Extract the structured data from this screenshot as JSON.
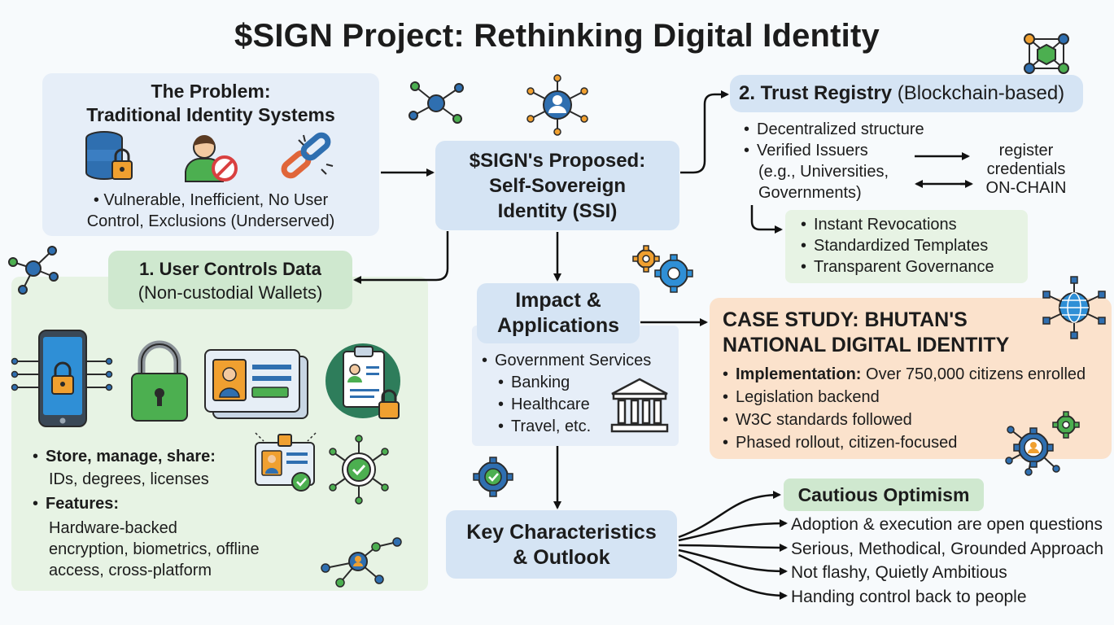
{
  "title": "$SIGN Project: Rethinking Digital Identity",
  "problem": {
    "heading_line1": "The Problem:",
    "heading_line2": "Traditional Identity Systems",
    "desc_line1": "Vulnerable,  Inefficient,  No User",
    "desc_line2": "Control,  Exclusions (Underserved)"
  },
  "proposal": {
    "line1": "$SIGN's Proposed:",
    "line2": "Self-Sovereign",
    "line3": "Identity (SSI)"
  },
  "trust": {
    "title_bold": "2. Trust Registry",
    "title_rest": " (Blockchain-based)",
    "items": [
      "Decentralized structure",
      "Verified Issuers"
    ],
    "issuers_detail_line1": "(e.g., Universities,",
    "issuers_detail_line2": "Governments)",
    "register_line1": "register",
    "register_line2": "credentials",
    "register_line3": "ON-CHAIN",
    "features": [
      "Instant Revocations",
      "Standardized Templates",
      "Transparent Governance"
    ]
  },
  "user": {
    "title_line1": "1. User Controls Data",
    "title_line2": "(Non-custodial Wallets)",
    "store_label": "Store, manage, share:",
    "store_detail": "IDs, degrees, licenses",
    "features_label": "Features:",
    "features_line1": "Hardware-backed",
    "features_line2": "encryption, biometrics, offline",
    "features_line3": "access, cross-platform"
  },
  "impact": {
    "title_line1": "Impact &",
    "title_line2": "Applications",
    "items": [
      "Government Services",
      "Banking",
      "Healthcare",
      "Travel, etc."
    ]
  },
  "case_study": {
    "title_line1": "CASE STUDY: BHUTAN'S",
    "title_line2": "NATIONAL DIGITAL IDENTITY",
    "impl_label": "Implementation:",
    "impl_value": " Over 750,000 citizens enrolled",
    "items": [
      "Legislation backend",
      "W3C standards followed",
      "Phased rollout, citizen-focused"
    ]
  },
  "key": {
    "title_line1": "Key Characteristics",
    "title_line2": "& Outlook"
  },
  "outlook": {
    "heading": "Cautious Optimism",
    "items": [
      "Adoption & execution are open questions",
      "Serious, Methodical, Grounded Approach",
      "Not flashy, Quietly Ambitious",
      "Handing control back to people"
    ]
  },
  "colors": {
    "blue_box": "#e6eef8",
    "blue_box_dark": "#d5e4f4",
    "green_box": "#e7f3e4",
    "green_title": "#cfe8cf",
    "peach_box": "#fbe2cc",
    "accent_blue": "#2f6fb0",
    "accent_green": "#4caf50",
    "accent_orange": "#f0a030"
  }
}
